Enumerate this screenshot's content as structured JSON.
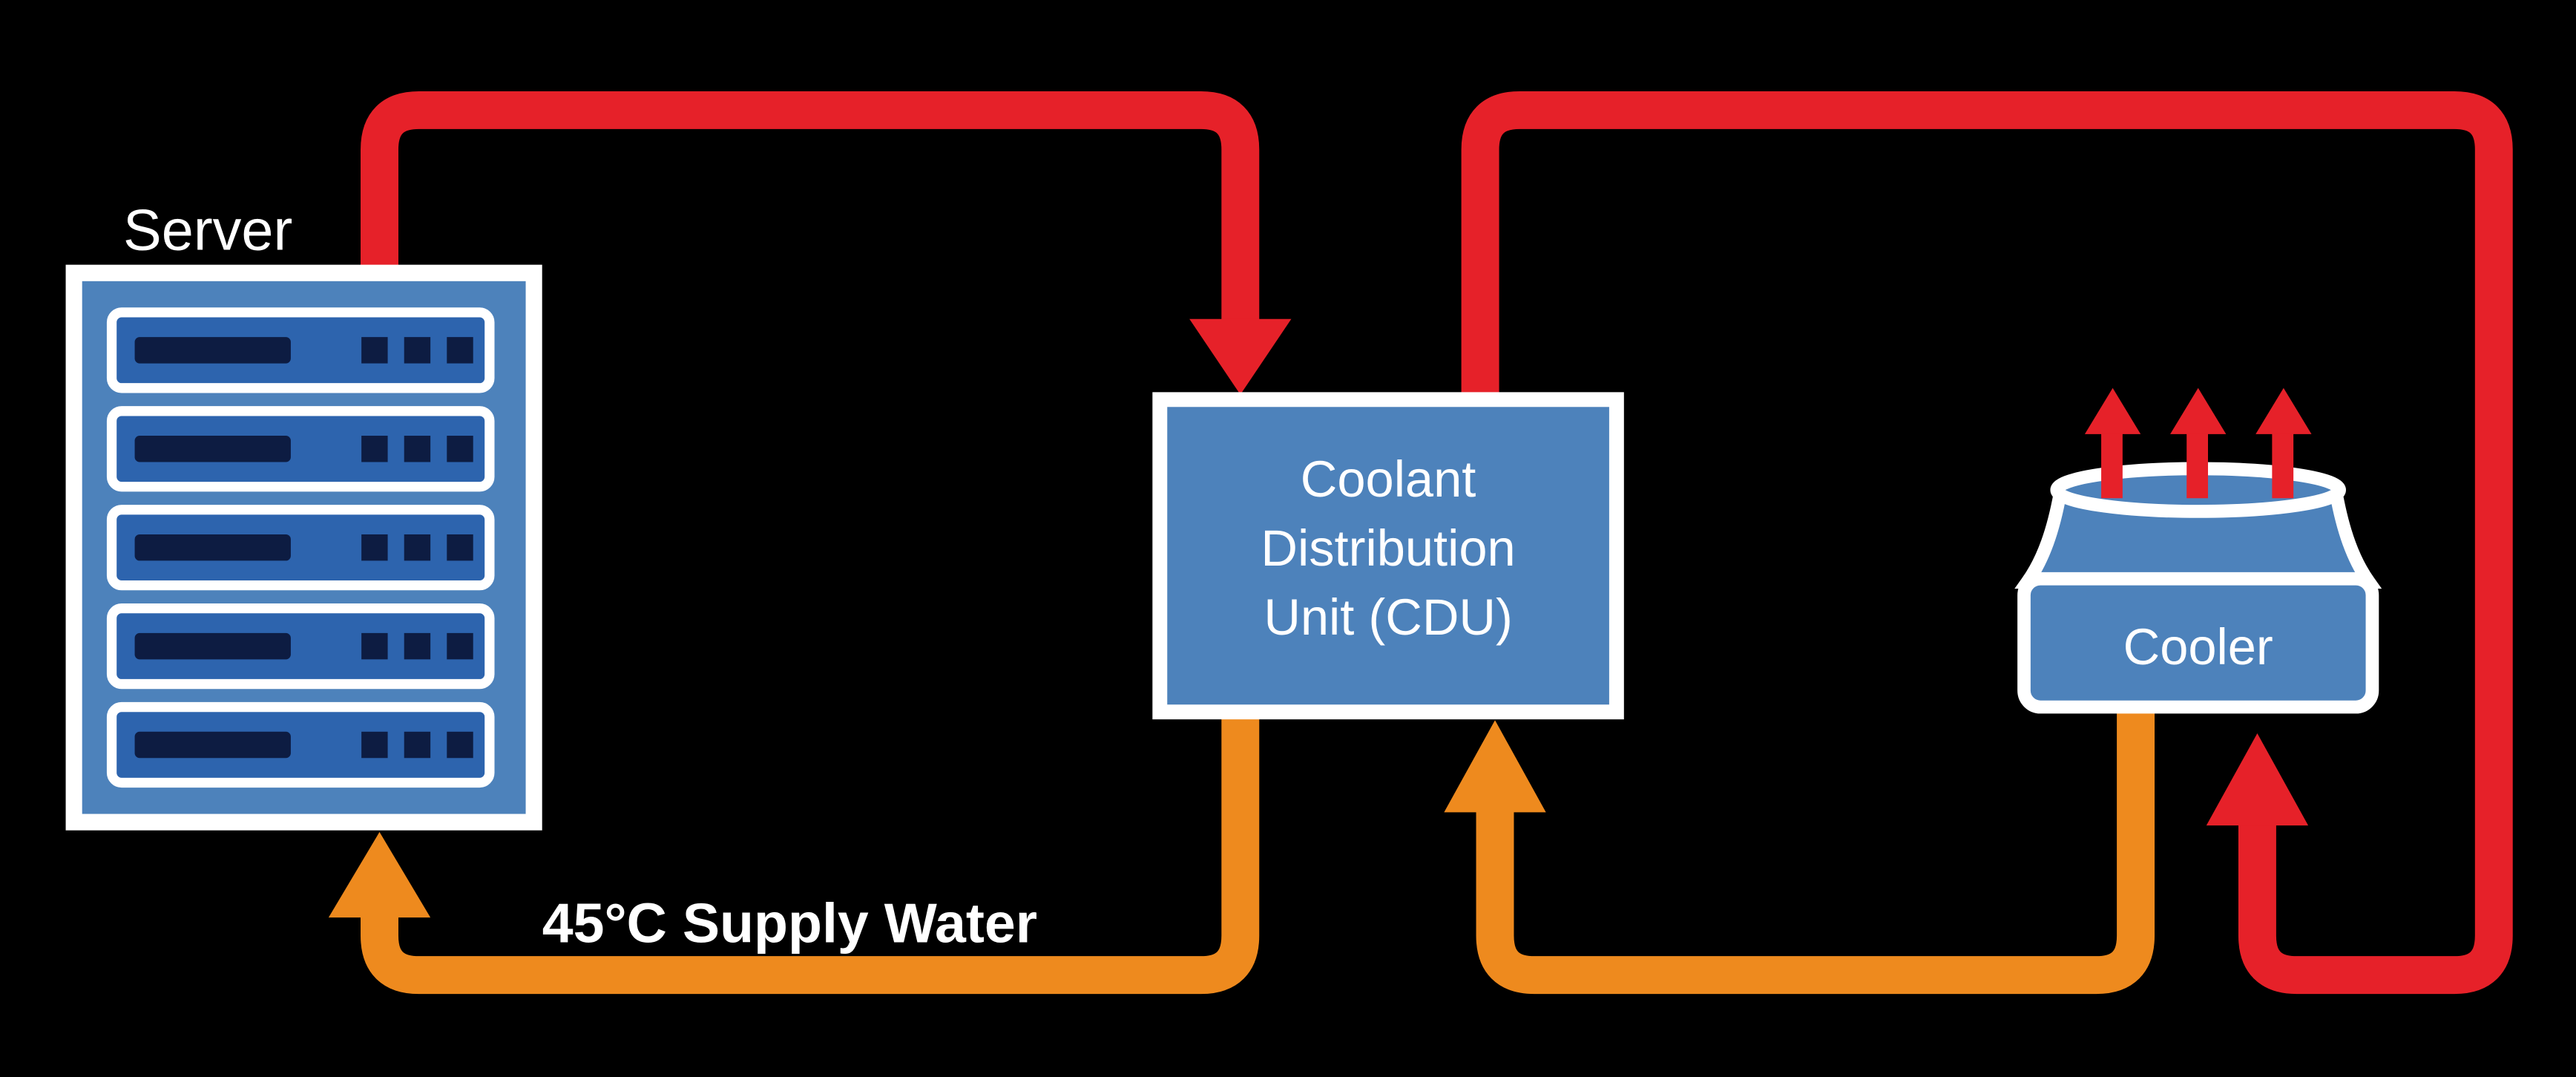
{
  "nodes": {
    "server": {
      "label": "Server"
    },
    "cdu": {
      "label_lines": [
        "Coolant",
        "Distribution",
        "Unit (CDU)"
      ]
    },
    "cooler": {
      "label": "Cooler"
    }
  },
  "annotations": {
    "supply_water": "45°C Supply Water"
  },
  "colors": {
    "background": "#000000",
    "hot_pipe_red": "#e62129",
    "supply_pipe_orange": "#ee8a1e",
    "node_blue": "#4d82bb",
    "server_unit_blue": "#2d64ae",
    "server_unit_dark": "#0d1c42",
    "outline_white": "#ffffff",
    "text_white": "#ffffff"
  }
}
